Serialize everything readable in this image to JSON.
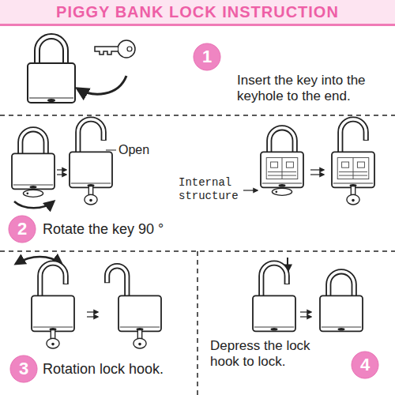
{
  "diagram": {
    "title": "PIGGY BANK LOCK INSTRUCTION",
    "nodes": [
      {
        "text": [
          "1"
        ]
      },
      {
        "text": [
          "2"
        ]
      },
      {
        "text": [
          "3"
        ]
      },
      {
        "text": [
          "4"
        ]
      }
    ],
    "labels": [
      "Insert the key into the keyhole to the end.",
      "Open",
      "Internal structure",
      "Rotate the key 90 °",
      "Rotation lock hook.",
      "Depress the lock hook to lock."
    ]
  }
}
